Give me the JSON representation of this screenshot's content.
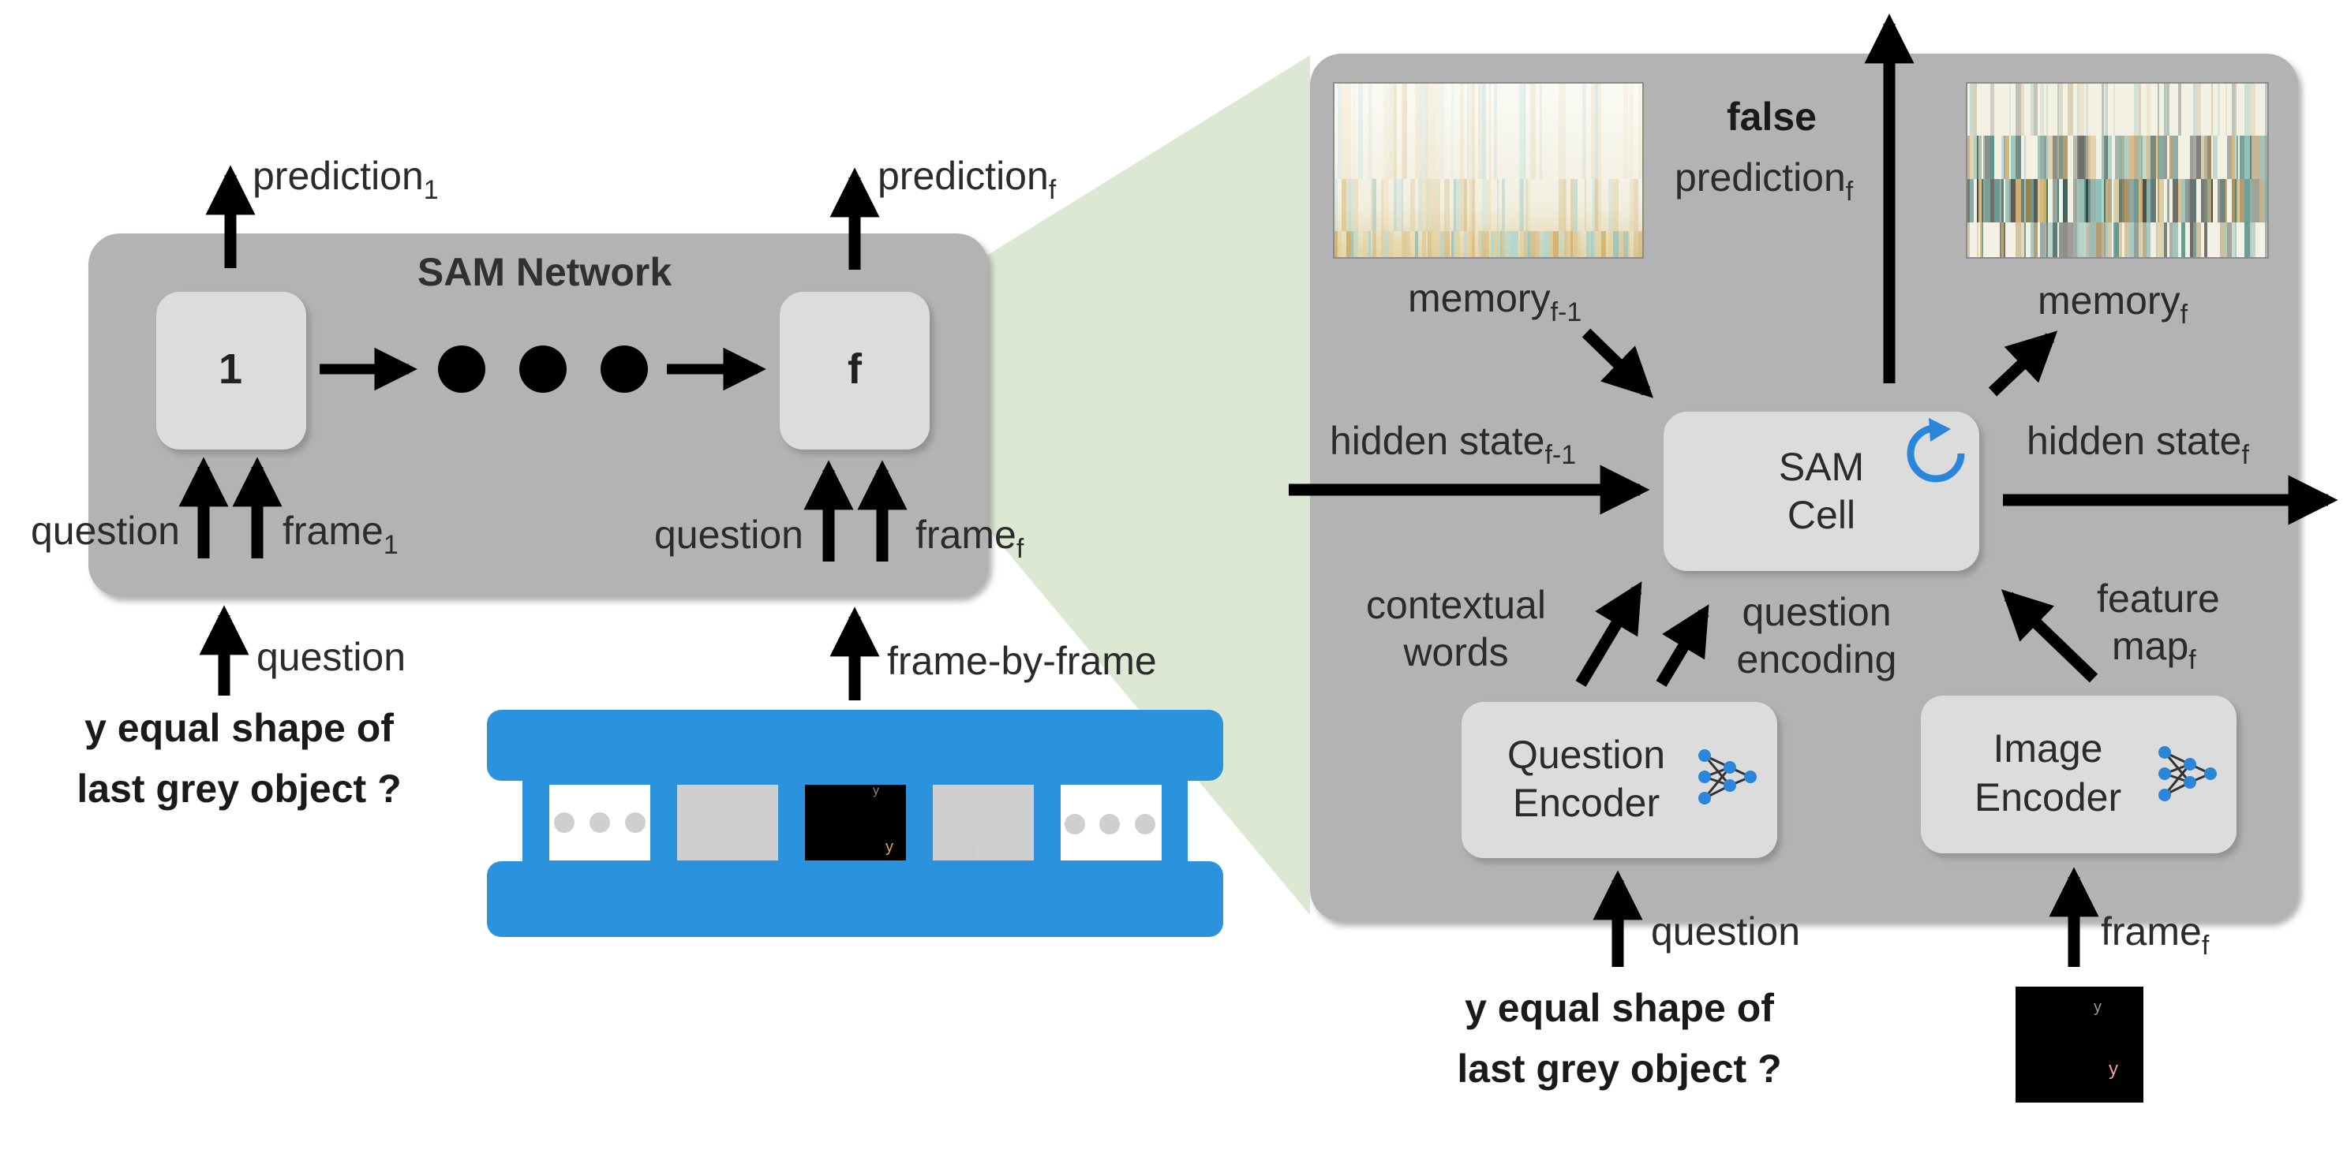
{
  "network": {
    "title": "SAM Network",
    "first_cell_label": "1",
    "last_cell_label": "f",
    "prediction_first": {
      "base": "prediction",
      "sub": "1"
    },
    "prediction_last": {
      "base": "prediction",
      "sub": "f"
    },
    "question_left": "question",
    "frame_first": {
      "base": "frame",
      "sub": "1"
    },
    "question_right": "question",
    "frame_last": {
      "base": "frame",
      "sub": "f"
    }
  },
  "inputs": {
    "question_label": "question",
    "question_text_line1": "y equal shape of",
    "question_text_line2": "last  grey object ?",
    "frame_by_frame": "frame-by-frame",
    "film_frame_glyph_a": "y",
    "film_frame_glyph_b": "y",
    "film_frame_glyph_c": "i"
  },
  "cell_detail": {
    "output_word": "false",
    "prediction": {
      "base": "prediction",
      "sub": "f"
    },
    "memory_prev": {
      "base": "memory",
      "sub": "f-1"
    },
    "memory_next": {
      "base": "memory",
      "sub": "f"
    },
    "hidden_prev": {
      "base": "hidden state",
      "sub": "f-1"
    },
    "hidden_next": {
      "base": "hidden state",
      "sub": "f"
    },
    "cell_line1": "SAM",
    "cell_line2": "Cell",
    "contextual_line1": "contextual",
    "contextual_line2": "words",
    "qenc_label_line1": "question",
    "qenc_label_line2": "encoding",
    "feature_line1": "feature",
    "feature_map": {
      "base": "map",
      "sub": "f"
    },
    "question_encoder_line1": "Question",
    "question_encoder_line2": "Encoder",
    "image_encoder_line1": "Image",
    "image_encoder_line2": "Encoder",
    "bottom_question": "question",
    "bottom_frame": {
      "base": "frame",
      "sub": "f"
    },
    "bottom_question_line1": "y equal shape of",
    "bottom_question_line2": "last  grey object ?",
    "frame_glyph_top": "y",
    "frame_glyph_bottom": "y"
  },
  "colors": {
    "panel_gray": "#b3b3b3",
    "cell_gray": "#dcdcdc",
    "film_blue": "#2b92dd",
    "zoom_green": "#dde8d4",
    "icon_blue": "#2a86d8",
    "arrow": "#000000"
  },
  "icons": [
    "refresh-icon",
    "neural-network-icon"
  ]
}
